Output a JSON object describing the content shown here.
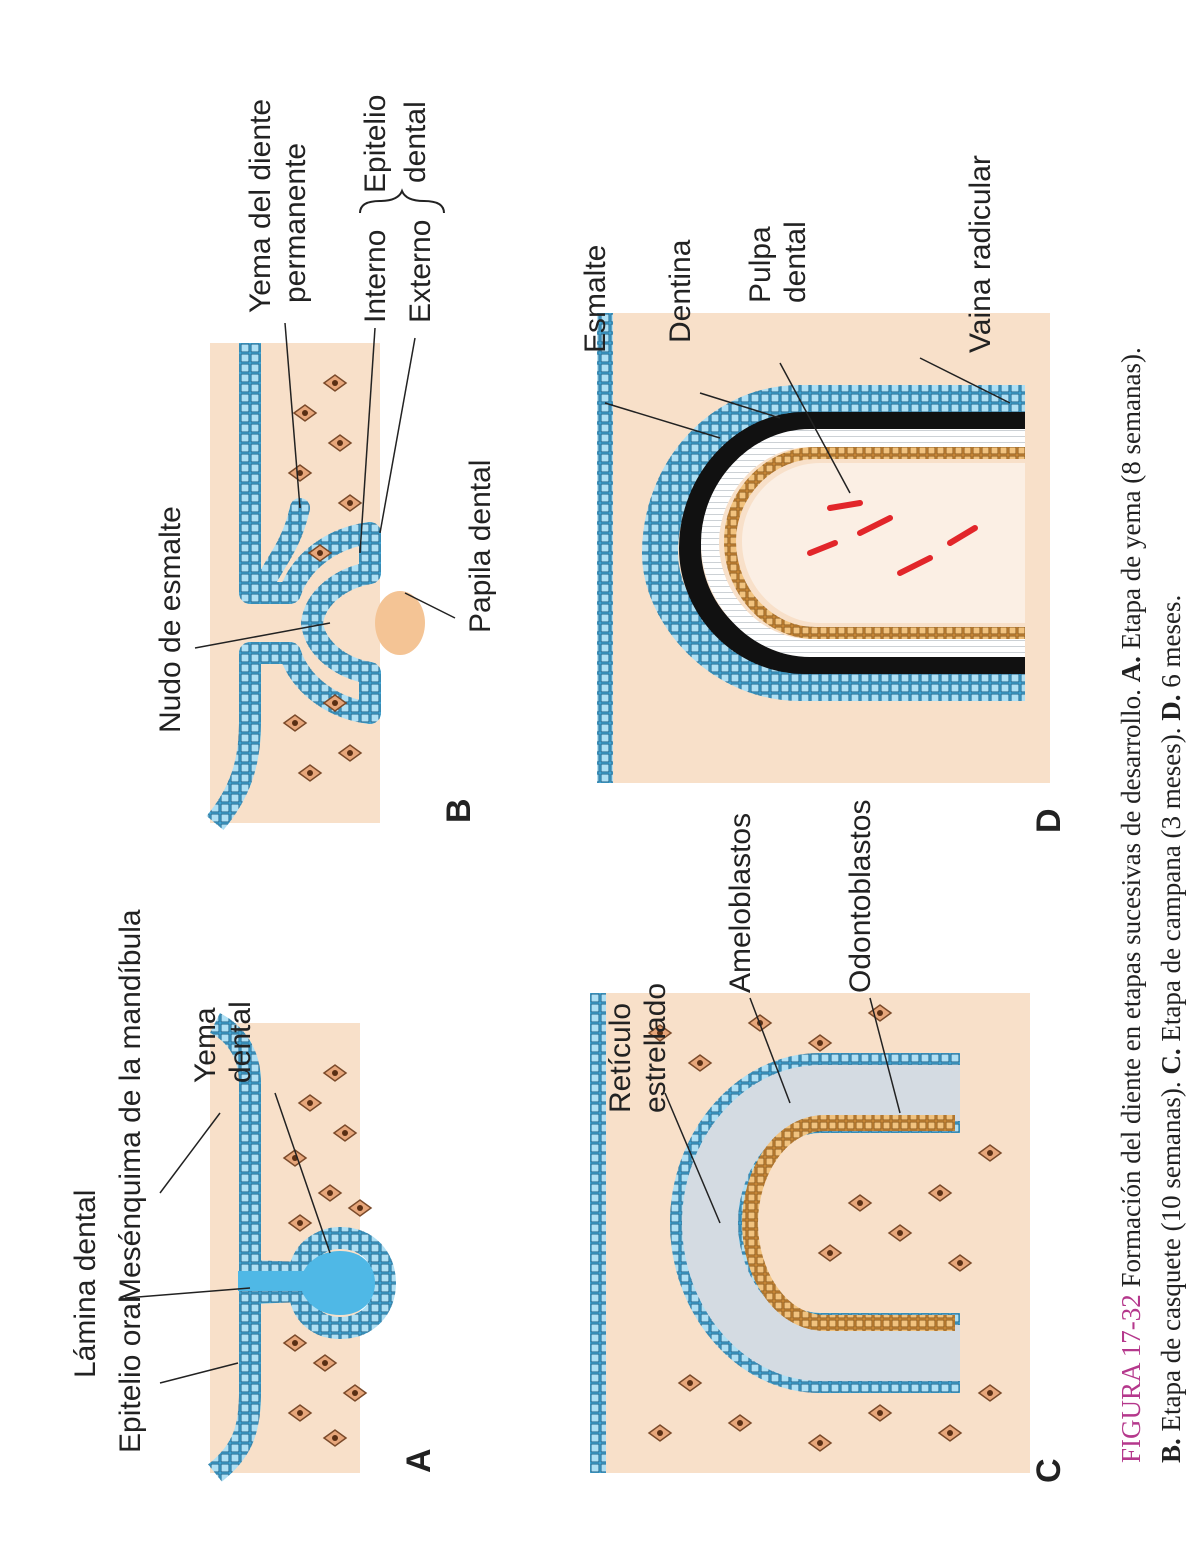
{
  "panels": {
    "a": {
      "letter": "A",
      "labels": {
        "epitelio_oral": "Epitelio oral",
        "lamina_dental": "Lámina dental",
        "mesenquima": "Mesénquima de la mandíbula",
        "yema_dental_1": "Yema",
        "yema_dental_2": "dental"
      }
    },
    "b": {
      "letter": "B",
      "labels": {
        "nudo_esmalte": "Nudo de esmalte",
        "papila_dental": "Papila dental",
        "yema_permanente_1": "Yema del diente",
        "yema_permanente_2": "permanente",
        "interno": "Interno",
        "externo": "Externo",
        "epitelio_dental_1": "Epitelio",
        "epitelio_dental_2": "dental"
      }
    },
    "c": {
      "letter": "C",
      "labels": {
        "reticulo_1": "Retículo",
        "reticulo_2": "estrellado",
        "ameloblastos": "Ameloblastos",
        "odontoblastos": "Odontoblastos"
      }
    },
    "d": {
      "letter": "D",
      "labels": {
        "esmalte": "Esmalte",
        "dentina": "Dentina",
        "pulpa_1": "Pulpa",
        "pulpa_2": "dental",
        "vaina_radicular": "Vaina radicular"
      }
    }
  },
  "caption": {
    "figure": "FIGURA 17-32",
    "line1_text": " Formación del diente en etapas sucesivas de desarrollo. ",
    "a_bold": "A.",
    "a_text": " Etapa de yema (8 semanas).",
    "b_bold": "B.",
    "b_text": " Etapa de casquete (10 semanas). ",
    "c_bold": "C.",
    "c_text": " Etapa de campana (3 meses). ",
    "d_bold": "D.",
    "d_text": " 6 meses."
  },
  "colors": {
    "mesenchyme": "#f8e0c9",
    "epithelium": "#4fb8e6",
    "epithelium_light": "#aee0f5",
    "cell_outline": "#1d5f86",
    "mesenchyme_cell": "#e7a67a",
    "papilla": "#f4c495",
    "stellate": "#d4dbe2",
    "odontoblast": "#d8933e",
    "dentin": "#111111",
    "blood": "#e2262a",
    "caption_figure": "#b5388c"
  }
}
